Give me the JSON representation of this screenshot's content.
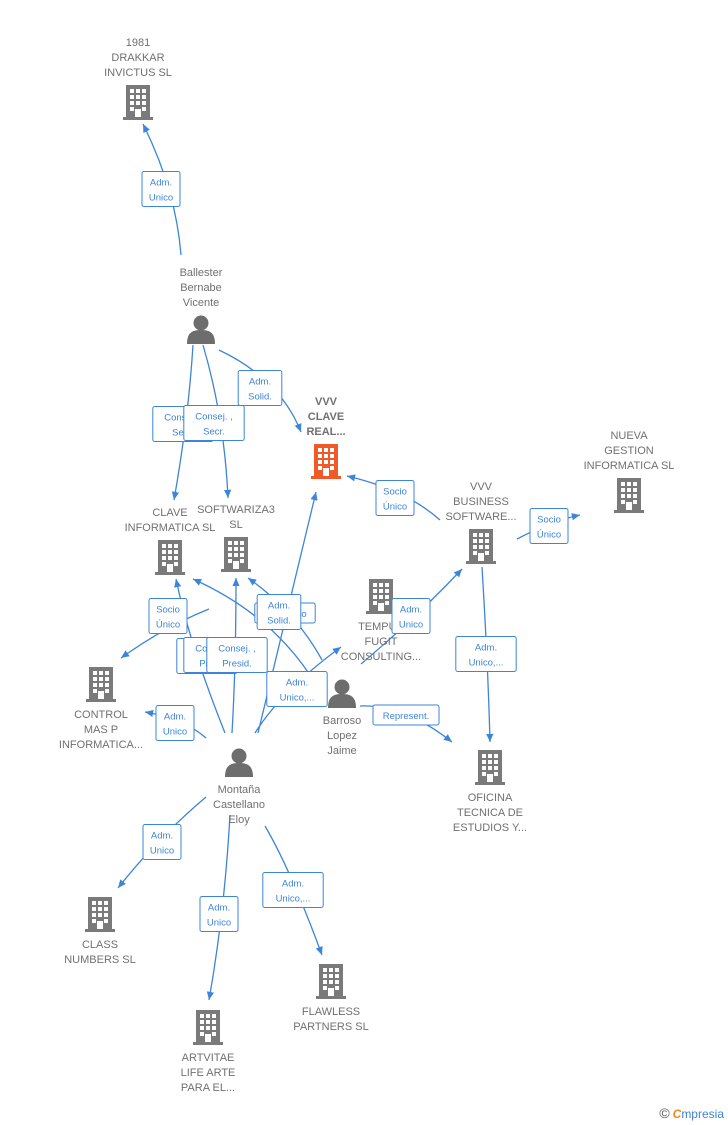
{
  "colors": {
    "edge": "#3d85d8",
    "building": "#7a7a7a",
    "building_highlight": "#f05a28",
    "person": "#6d6d6d",
    "label_text": "#707070"
  },
  "nodes": [
    {
      "id": "drakkar",
      "kind": "company",
      "lines": [
        "1981",
        "DRAKKAR",
        "INVICTUS SL"
      ]
    },
    {
      "id": "ballester",
      "kind": "person",
      "lines": [
        "Ballester",
        "Bernabe",
        "Vicente"
      ]
    },
    {
      "id": "vvv_clave",
      "kind": "company",
      "highlight": true,
      "lines": [
        "VVV",
        "CLAVE",
        "REAL..."
      ]
    },
    {
      "id": "nueva",
      "kind": "company",
      "lines": [
        "NUEVA",
        "GESTION",
        "INFORMATICA SL"
      ]
    },
    {
      "id": "vvv_business",
      "kind": "company",
      "lines": [
        "VVV",
        "BUSINESS",
        "SOFTWARE..."
      ]
    },
    {
      "id": "clave_info",
      "kind": "company",
      "lines": [
        "CLAVE",
        "INFORMATICA SL"
      ]
    },
    {
      "id": "softwariza",
      "kind": "company",
      "lines": [
        "SOFTWARIZA3",
        "SL"
      ]
    },
    {
      "id": "tempus",
      "kind": "company",
      "lines": [
        "TEMPUS",
        "FUGIT",
        "CONSULTING..."
      ]
    },
    {
      "id": "control",
      "kind": "company",
      "lines": [
        "CONTROL",
        "MAS P",
        "INFORMATICA..."
      ]
    },
    {
      "id": "barroso",
      "kind": "person",
      "lines": [
        "Barroso",
        "Lopez",
        "Jaime"
      ]
    },
    {
      "id": "oficina",
      "kind": "company",
      "lines": [
        "OFICINA",
        "TECNICA DE",
        "ESTUDIOS Y..."
      ]
    },
    {
      "id": "montana",
      "kind": "person",
      "lines": [
        "Montaña",
        "Castellano",
        "Eloy"
      ]
    },
    {
      "id": "class",
      "kind": "company",
      "lines": [
        "CLASS",
        "NUMBERS  SL"
      ]
    },
    {
      "id": "flawless",
      "kind": "company",
      "lines": [
        "FLAWLESS",
        "PARTNERS  SL"
      ]
    },
    {
      "id": "artvitae",
      "kind": "company",
      "lines": [
        "ARTVITAE",
        "LIFE ARTE",
        "PARA EL..."
      ]
    }
  ],
  "edges": [
    {
      "from": "ballester",
      "to": "drakkar",
      "label": [
        "Adm.",
        "Unico"
      ]
    },
    {
      "from": "ballester",
      "to": "vvv_clave",
      "label": [
        "Adm.",
        "Solid."
      ]
    },
    {
      "from": "ballester",
      "to": "clave_info",
      "label": [
        "Consej. ,",
        "Secr."
      ]
    },
    {
      "from": "ballester",
      "to": "softwariza",
      "label": [
        "Consej. ,",
        "Secr."
      ]
    },
    {
      "from": "vvv_business",
      "to": "vvv_clave",
      "label": [
        "Socio",
        "Único"
      ]
    },
    {
      "from": "vvv_business",
      "to": "nueva",
      "label": [
        "Socio",
        "Único"
      ]
    },
    {
      "from": "vvv_business",
      "to": "oficina",
      "label": [
        "Adm.",
        "Unico,..."
      ]
    },
    {
      "from": "tempus",
      "to": "vvv_business",
      "label": [
        "Adm.",
        "Unico"
      ]
    },
    {
      "from": "clave_info",
      "to": "control",
      "label": [
        "Socio",
        "Único"
      ]
    },
    {
      "from": "barroso",
      "to": "oficina",
      "label": [
        "Represent."
      ]
    },
    {
      "from": "barroso",
      "to": "clave_info",
      "label": [
        "Consej. ,",
        "Presid."
      ]
    },
    {
      "from": "barroso",
      "to": "softwariza",
      "label": [
        "Consejero"
      ]
    },
    {
      "from": "montana",
      "to": "control",
      "label": [
        "Adm.",
        "Unico"
      ]
    },
    {
      "from": "montana",
      "to": "clave_info",
      "label": [
        "Consej. ,",
        "Presid."
      ]
    },
    {
      "from": "montana",
      "to": "softwariza",
      "label": [
        "Consej. ,",
        "Presid."
      ]
    },
    {
      "from": "montana",
      "to": "vvv_clave",
      "label": [
        "Adm.",
        "Solid."
      ]
    },
    {
      "from": "montana",
      "to": "tempus",
      "label": [
        "Adm.",
        "Unico,..."
      ]
    },
    {
      "from": "montana",
      "to": "class",
      "label": [
        "Adm.",
        "Unico"
      ]
    },
    {
      "from": "montana",
      "to": "artvitae",
      "label": [
        "Adm.",
        "Unico"
      ]
    },
    {
      "from": "montana",
      "to": "flawless",
      "label": [
        "Adm.",
        "Unico,..."
      ]
    }
  ],
  "footer": {
    "copyright": "©",
    "brand_first": "C",
    "brand_rest": "mpresia"
  }
}
